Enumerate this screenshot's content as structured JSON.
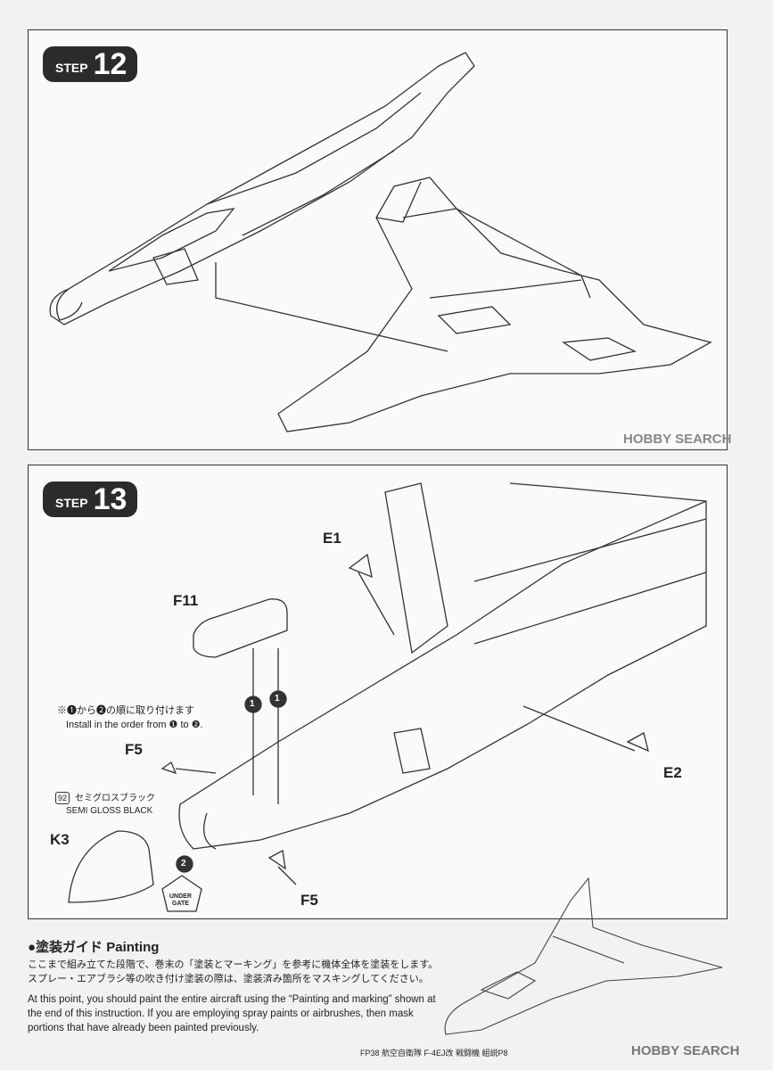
{
  "step12": {
    "word": "STEP",
    "number": "12"
  },
  "step13": {
    "word": "STEP",
    "number": "13",
    "labels": {
      "e1": "E1",
      "e2": "E2",
      "f11": "F11",
      "f5_top": "F5",
      "f5_bottom": "F5",
      "k3": "K3"
    },
    "order_note_jp": "※❶から❷の順に取り付けます",
    "order_note_en": "Install in the order from ❶ to ❷.",
    "color_code": "92",
    "color_jp": "セミグロスブラック",
    "color_en": "SEMI GLOSS BLACK",
    "marker1": "1",
    "marker2": "2",
    "under_gate_1": "UNDER",
    "under_gate_2": "GATE"
  },
  "painting": {
    "title": "●塗装ガイド Painting",
    "jp_line1": "ここまで組み立てた段階で、巻末の「塗装とマーキング」を参考に機体全体を塗装をします。",
    "jp_line2": "スプレー・エアブラシ等の吹き付け塗装の際は、塗装済み箇所をマスキングしてください。",
    "en_text": "At this point, you should paint the entire aircraft using the “Painting and marking” shown at the end of this instruction. If you are employing spray paints or airbrushes, then mask portions that have already been painted previously."
  },
  "footer": "FP38 航空自衛隊 F-4EJ改 戦闘機 組説P8",
  "watermark": "HOBBY SEARCH",
  "colors": {
    "badge": "#2b2b2b",
    "line": "#333333",
    "paper": "#f2f2f0"
  }
}
